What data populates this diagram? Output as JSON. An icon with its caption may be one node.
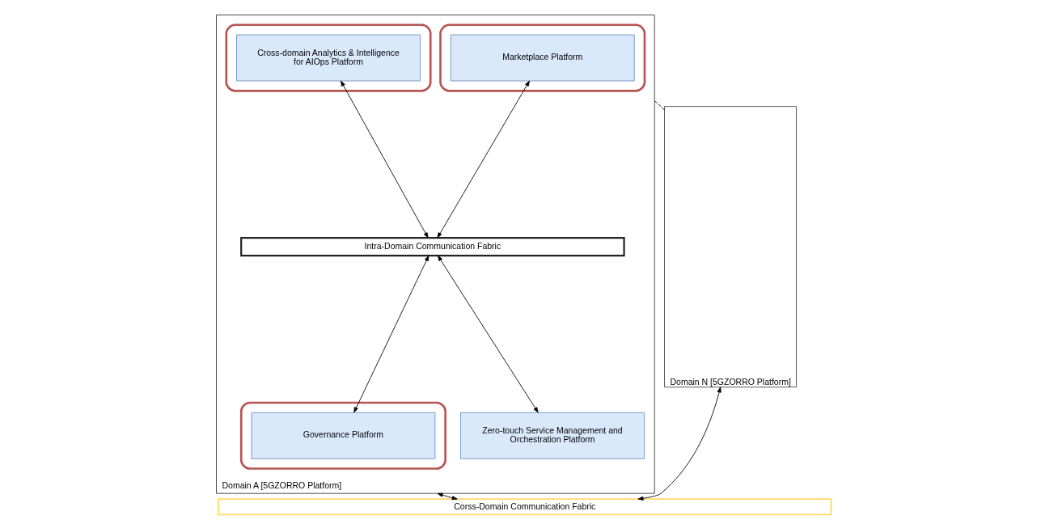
{
  "diagram": {
    "nodes": [
      {
        "text": [
          "Domain A [5GZORRO Platform]"
        ]
      },
      {
        "text": [],
        "shape": "box",
        "in": 0
      },
      {
        "text": [
          "Marketplace Platform"
        ],
        "in": 1
      },
      {
        "text": [],
        "shape": "box",
        "in": 0
      },
      {
        "text": [
          "Cross-domain Analytics & Intelligence for AIOps Platform"
        ],
        "in": 3
      },
      {
        "text": [
          "Intra-Domain Communication Fabric"
        ],
        "in": 0
      },
      {
        "text": [],
        "shape": "box",
        "in": 0
      },
      {
        "text": [
          "Governance Platform"
        ],
        "in": 6
      },
      {
        "text": [
          "Zero-touch Service Management and Orchestration Platform"
        ],
        "in": 0
      },
      {
        "text": [
          "Domain N [5GZORRO Platform]"
        ]
      },
      {
        "text": [
          "Corss-Domain Communication Fabric"
        ]
      }
    ],
    "edges": [
      {
        "from": 2,
        "to": 5,
        "arrow": "both"
      },
      {
        "from": 4,
        "to": 5,
        "arrow": "both"
      },
      {
        "from": 5,
        "to": 7,
        "arrow": "both"
      },
      {
        "from": 5,
        "to": 8,
        "arrow": "both"
      },
      {
        "from": 0,
        "to": 9,
        "arrow": "none",
        "style": "dashed"
      },
      {
        "from": 0,
        "to": 10,
        "arrow": "both"
      },
      {
        "from": 9,
        "to": 10,
        "arrow": "both"
      }
    ]
  }
}
